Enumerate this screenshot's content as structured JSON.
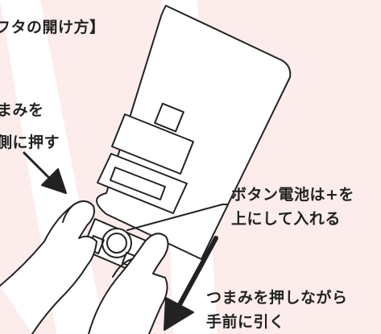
{
  "colors": {
    "background": "#fcecec",
    "stripe": "#ffffff",
    "line": "#222222"
  },
  "labels": {
    "title": "フタの開け方】",
    "pinch_line1": "まみを",
    "pinch_line2": "側に押す",
    "battery_line1": "ボタン電池は+を",
    "battery_line2": "上にして入れる",
    "pull_line1": "つまみを押しながら",
    "pull_line2": "手前に引く"
  },
  "icons": {
    "arrow_pinch": "arrow-down-right-icon",
    "arrow_pull": "arrow-down-left-icon"
  }
}
